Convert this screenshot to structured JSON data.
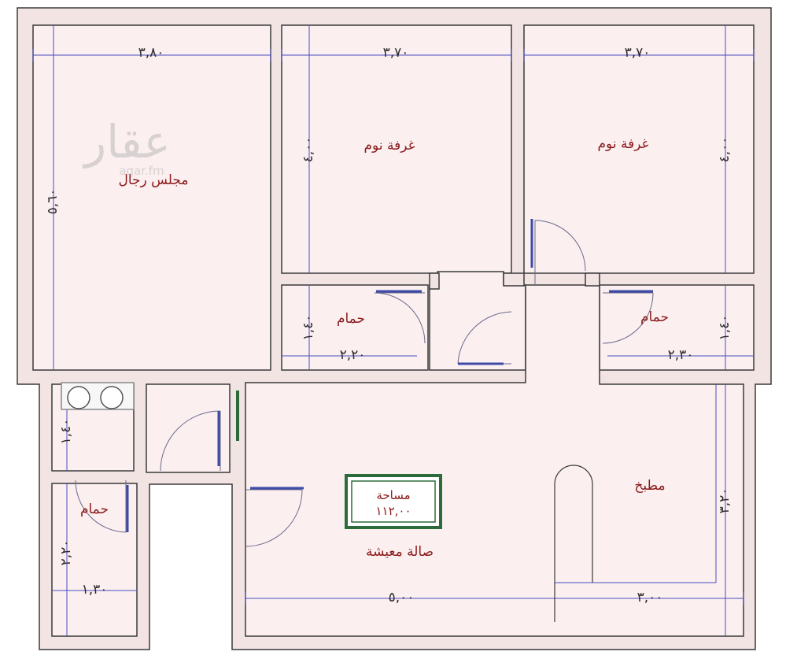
{
  "watermark": {
    "brand": "عقار",
    "site": "aqar.fm"
  },
  "rooms": {
    "majlis": "مجلس رجال",
    "bedroom_1": "غرفة نوم",
    "bedroom_2": "غرفة نوم",
    "bath_1": "حمام",
    "bath_2": "حمام",
    "bath_3": "حمام",
    "kitchen": "مطبخ",
    "living": "صالة معيشة"
  },
  "area": {
    "label": "مساحة",
    "value": "١١٢,٠٠"
  },
  "dimensions": {
    "majlis_width": "٣,٨٠",
    "majlis_height": "٥,٦٠",
    "bedroom1_width": "٣,٧٠",
    "bedroom1_height": "٤,٠٠",
    "bedroom2_width": "٣,٧٠",
    "bedroom2_height": "٤,٠٠",
    "bath1_width": "٢,٢٠",
    "bath1_height": "١,٤٠",
    "bath2_width": "٢,٣٠",
    "bath2_height": "١,٤٠",
    "laundry_height": "١,٤٠",
    "bath3_height": "٢,٢٠",
    "bath3_width": "١,٣٠",
    "living_width": "٥,٠٠",
    "kitchen_width": "٣,٠٠",
    "kitchen_height": "٣,٢٠"
  },
  "colors": {
    "wall": "#f3e4e4",
    "wall_stroke": "#3a3a3a",
    "floor": "#fbeff0",
    "dim_line": "#4a4fc0",
    "room_text": "#8b1a1a",
    "area_frame": "#2e6b3a"
  }
}
